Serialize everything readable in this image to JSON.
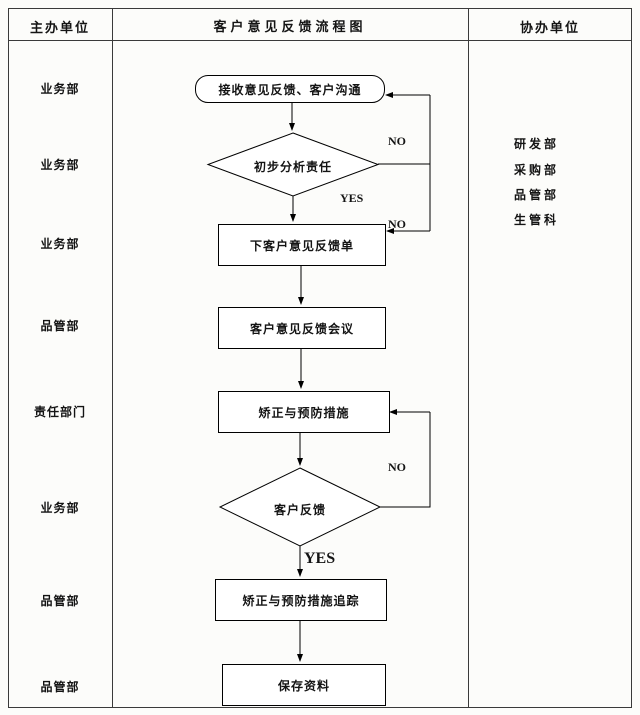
{
  "table": {
    "header": {
      "left": "主办单位",
      "center": "客户意见反馈流程图",
      "right": "协办单位"
    }
  },
  "left_column": [
    "业务部",
    "业务部",
    "业务部",
    "品管部",
    "责任部门",
    "业务部",
    "品管部",
    "品管部"
  ],
  "right_column": [
    "研发部",
    "采购部",
    "品管部",
    "生管科"
  ],
  "flowchart": {
    "nodes": {
      "receive": "接收意见反馈、客户沟通",
      "analyze": "初步分析责任",
      "issue_form": "下客户意见反馈单",
      "meeting": "客户意见反馈会议",
      "corrective": "矫正与预防措施",
      "customer_feedback": "客户反馈",
      "tracking": "矫正与预防措施追踪",
      "archive": "保存资料"
    },
    "branch_labels": {
      "no_top": "NO",
      "yes_top": "YES",
      "no_mid": "NO",
      "no_bottom": "NO",
      "yes_bottom": "YES"
    }
  },
  "colors": {
    "border": "#3a3a3a",
    "shape_stroke": "#000000",
    "background": "#fcfcfa"
  }
}
